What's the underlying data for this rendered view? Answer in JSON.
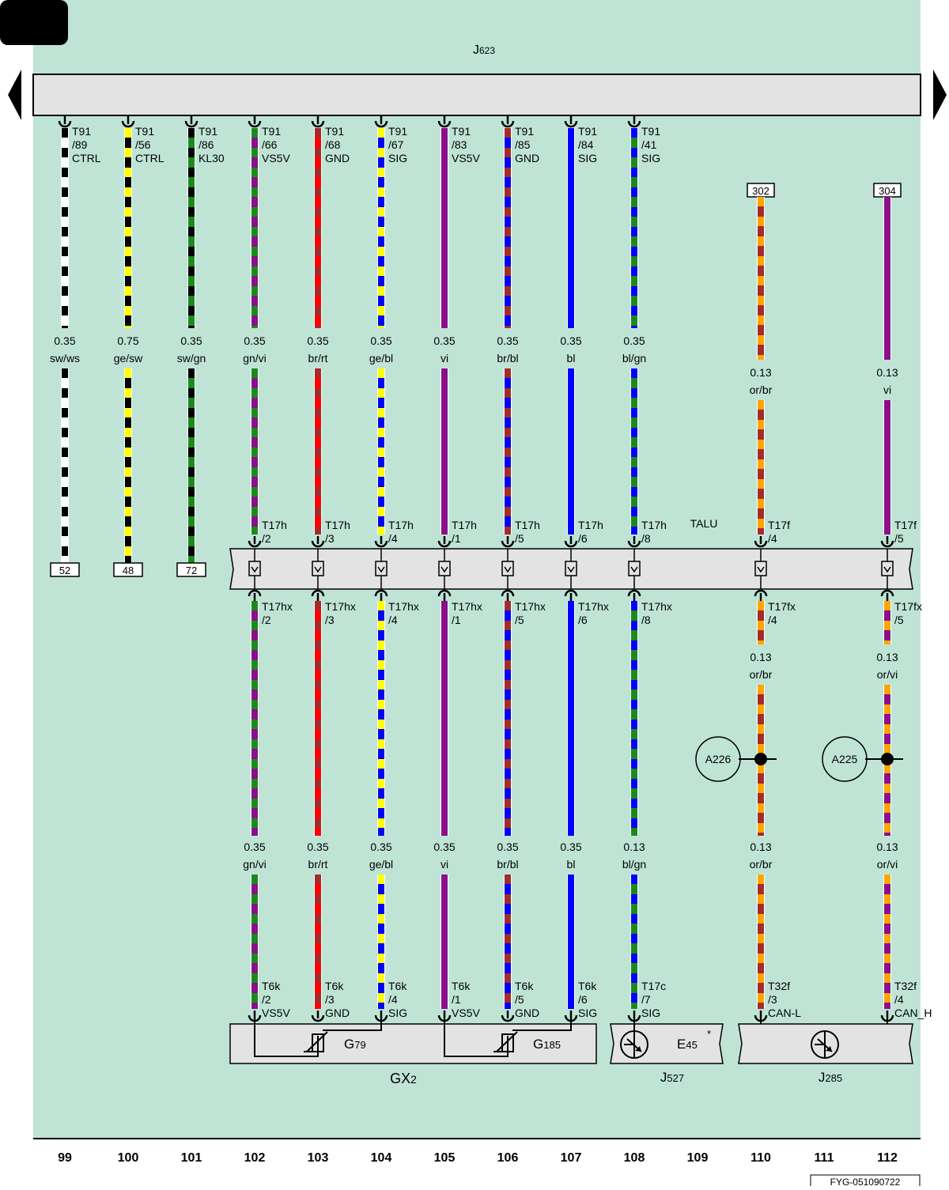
{
  "diagram": {
    "top_unit": {
      "main": "J",
      "sub": "623"
    },
    "bus_label": "TALU",
    "footer_code": "FYG-051090722",
    "colors": {
      "background": "#bfe4d6",
      "panel": "#e3e3e3",
      "sw": "#000000",
      "ws": "#ffffff",
      "ge": "#ffff00",
      "gn": "#1a8a1a",
      "vi": "#8a0f8a",
      "br": "#a52a2a",
      "rt": "#ff0000",
      "bl": "#0000ff",
      "or": "#ffa500"
    },
    "columns": [
      {
        "num": "99",
        "top_pin": [
          "T91",
          "/89",
          "CTRL"
        ],
        "spec1": [
          "0.35",
          "sw/ws"
        ],
        "terminal": "52"
      },
      {
        "num": "100",
        "top_pin": [
          "T91",
          "/56",
          "CTRL"
        ],
        "spec1": [
          "0.75",
          "ge/sw"
        ],
        "terminal": "48"
      },
      {
        "num": "101",
        "top_pin": [
          "T91",
          "/86",
          "KL30"
        ],
        "spec1": [
          "0.35",
          "sw/gn"
        ],
        "terminal": "72"
      },
      {
        "num": "102",
        "top_pin": [
          "T91",
          "/66",
          "VS5V"
        ],
        "spec1": [
          "0.35",
          "gn/vi"
        ],
        "conn_top": [
          "T17h",
          "/2"
        ],
        "conn_bot": [
          "T17hx",
          "/2"
        ],
        "spec2": [
          "0.35",
          "gn/vi"
        ],
        "end_pin": [
          "T6k",
          "/2",
          "VS5V"
        ]
      },
      {
        "num": "103",
        "top_pin": [
          "T91",
          "/68",
          "GND"
        ],
        "spec1": [
          "0.35",
          "br/rt"
        ],
        "conn_top": [
          "T17h",
          "/3"
        ],
        "conn_bot": [
          "T17hx",
          "/3"
        ],
        "spec2": [
          "0.35",
          "br/rt"
        ],
        "end_pin": [
          "T6k",
          "/3",
          "GND"
        ]
      },
      {
        "num": "104",
        "top_pin": [
          "T91",
          "/67",
          "SIG"
        ],
        "spec1": [
          "0.35",
          "ge/bl"
        ],
        "conn_top": [
          "T17h",
          "/4"
        ],
        "conn_bot": [
          "T17hx",
          "/4"
        ],
        "spec2": [
          "0.35",
          "ge/bl"
        ],
        "end_pin": [
          "T6k",
          "/4",
          "SIG"
        ]
      },
      {
        "num": "105",
        "top_pin": [
          "T91",
          "/83",
          "VS5V"
        ],
        "spec1": [
          "0.35",
          "vi"
        ],
        "conn_top": [
          "T17h",
          "/1"
        ],
        "conn_bot": [
          "T17hx",
          "/1"
        ],
        "spec2": [
          "0.35",
          "vi"
        ],
        "end_pin": [
          "T6k",
          "/1",
          "VS5V"
        ]
      },
      {
        "num": "106",
        "top_pin": [
          "T91",
          "/85",
          "GND"
        ],
        "spec1": [
          "0.35",
          "br/bl"
        ],
        "conn_top": [
          "T17h",
          "/5"
        ],
        "conn_bot": [
          "T17hx",
          "/5"
        ],
        "spec2": [
          "0.35",
          "br/bl"
        ],
        "end_pin": [
          "T6k",
          "/5",
          "GND"
        ]
      },
      {
        "num": "107",
        "top_pin": [
          "T91",
          "/84",
          "SIG"
        ],
        "spec1": [
          "0.35",
          "bl"
        ],
        "conn_top": [
          "T17h",
          "/6"
        ],
        "conn_bot": [
          "T17hx",
          "/6"
        ],
        "spec2": [
          "0.35",
          "bl"
        ],
        "end_pin": [
          "T6k",
          "/6",
          "SIG"
        ]
      },
      {
        "num": "108",
        "top_pin": [
          "T91",
          "/41",
          "SIG"
        ],
        "spec1": [
          "0.35",
          "bl/gn"
        ],
        "conn_top": [
          "T17h",
          "/8"
        ],
        "conn_bot": [
          "T17hx",
          "/8"
        ],
        "spec2": [
          "0.13",
          "bl/gn"
        ],
        "end_pin": [
          "T17c",
          "/7",
          "SIG"
        ]
      },
      {
        "num": "109"
      },
      {
        "num": "110",
        "top_ref": "302",
        "spec1": [
          "0.13",
          "or/br"
        ],
        "conn_top": [
          "T17f",
          "/4"
        ],
        "conn_bot": [
          "T17fx",
          "/4"
        ],
        "spec_mid": [
          "0.13",
          "or/br"
        ],
        "splice": "A226",
        "spec2": [
          "0.13",
          "or/br"
        ],
        "end_pin": [
          "T32f",
          "/3",
          "CAN-L"
        ]
      },
      {
        "num": "111"
      },
      {
        "num": "112",
        "top_ref": "304",
        "spec1": [
          "0.13",
          "vi"
        ],
        "conn_top": [
          "T17f",
          "/5"
        ],
        "conn_bot": [
          "T17fx",
          "/5"
        ],
        "spec_mid": [
          "0.13",
          "or/vi"
        ],
        "splice": "A225",
        "spec2": [
          "0.13",
          "or/vi"
        ],
        "end_pin": [
          "T32f",
          "/4",
          "CAN_H"
        ]
      }
    ],
    "components": {
      "gx2": {
        "main": "GX",
        "sub": "2"
      },
      "g79": {
        "main": "G",
        "sub": "79"
      },
      "g185": {
        "main": "G",
        "sub": "185"
      },
      "e45": {
        "main": "E",
        "sub": "45",
        "mark": "*"
      },
      "j527": {
        "main": "J",
        "sub": "527"
      },
      "j285": {
        "main": "J",
        "sub": "285"
      }
    }
  }
}
